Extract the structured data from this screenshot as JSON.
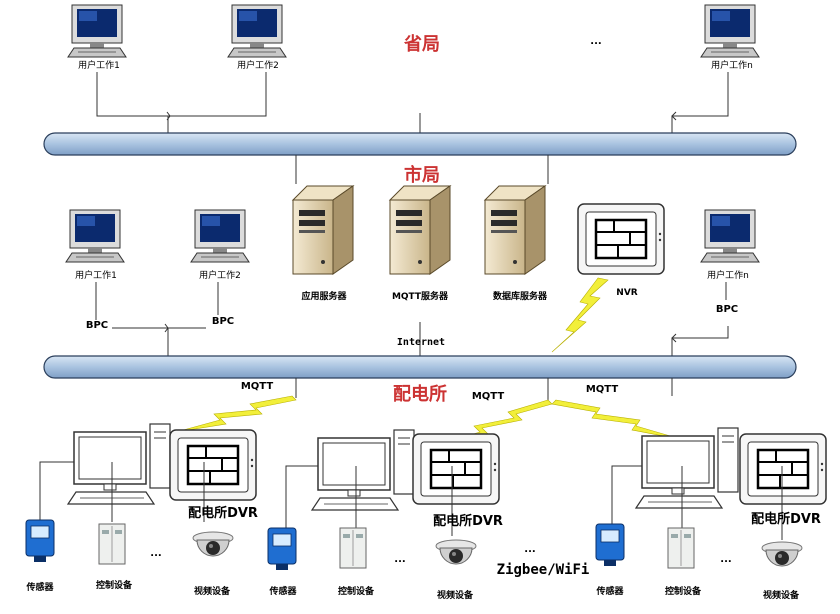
{
  "province": {
    "title": "省局",
    "users": [
      "用户工作1",
      "用户工作2",
      "用户工作n"
    ],
    "ellipsis": "..."
  },
  "city": {
    "title": "市局",
    "users": [
      "用户工作1",
      "用户工作2",
      "用户工作n"
    ],
    "servers": [
      "应用服务器",
      "MQTT服务器",
      "数据库服务器"
    ],
    "nvr": "NVR",
    "bpc": [
      "BPC",
      "BPC",
      "BPC"
    ]
  },
  "network": {
    "internet": "Internet",
    "mqtt": [
      "MQTT",
      "MQTT",
      "MQTT"
    ]
  },
  "substation": {
    "title": "配电所",
    "dvr_label": "配电所DVR",
    "devices": [
      "传感器",
      "控制设备",
      "视频设备"
    ],
    "ellipsis": "...",
    "mid_ellipsis": "...",
    "zigbee": "Zigbee/WiFi"
  },
  "colors": {
    "bus_fill": "#b8cfe8",
    "title_red": "#cc3333",
    "lightning": "#f2ef3a"
  }
}
